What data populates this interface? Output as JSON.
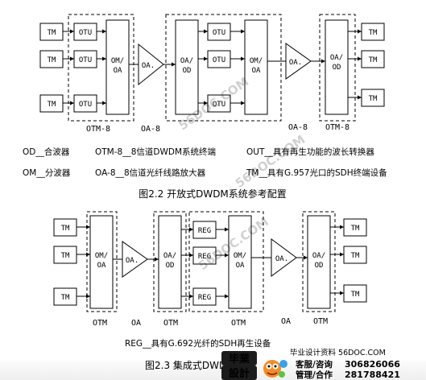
{
  "fig22": {
    "tm": "TM",
    "otu": "OTU",
    "om_oa": [
      "OM/",
      "OA"
    ],
    "oa": "OA.",
    "oa_od": [
      "OA/",
      "OD"
    ],
    "cap_otm_left": "OTM-8",
    "cap_oa8_left": "OA-8",
    "cap_oa8_right": "OA-8",
    "cap_otm_right": "OTM-8",
    "legend": [
      "OD__合波器",
      "OTM-8__8信道DWDM系统终端",
      "OUT__具有再生功能的波长转换器",
      "OM__分波器",
      "OA-8__8信道光纤线路放大器",
      "TM__具有G.957光口的SDH终端设备"
    ],
    "title": "图2.2 开放式DWDM系统参考配置"
  },
  "fig23": {
    "tm": "TM",
    "om_oa": [
      "OM/",
      "OA"
    ],
    "oa": "OA.",
    "oa_od": [
      "OA/",
      "OD"
    ],
    "reg": "REG",
    "cap_otm_1": "OTM",
    "cap_oa_1": "OA",
    "cap_otm_2": "OTM",
    "cap_otm_3": "OTM",
    "cap_oa_2": "OA",
    "cap_otm_4": "OTM",
    "legend": "REG__具有G.692光纤的SDH再生设备",
    "title": "图2.3 集成式DWDM系统"
  },
  "watermark": {
    "site": "毕业设计资料 56DOC.COM",
    "logo_top": "毕業",
    "logo_bottom": "設計",
    "support_label": "客服/咨询",
    "support_number": "306826066",
    "admin_label": "管理/合作",
    "admin_number": "281788421"
  }
}
